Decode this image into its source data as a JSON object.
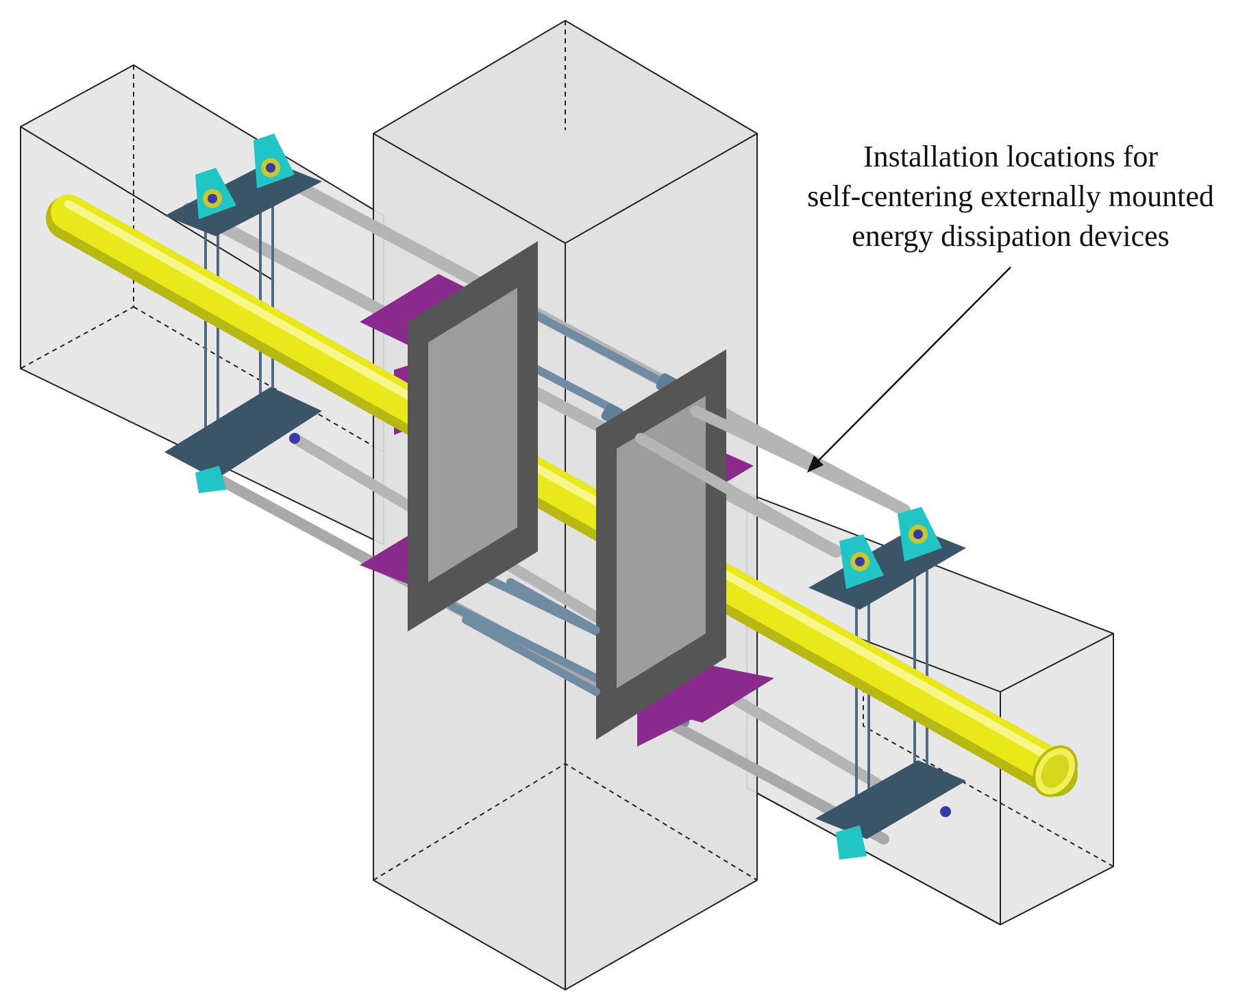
{
  "annotation": {
    "lines": [
      "Installation locations for",
      "self-centering externally mounted",
      "energy dissipation devices"
    ]
  },
  "colors": {
    "block_fill": "#e3e3e3",
    "block_face": "#d4d4d4",
    "block_edge": "#222222",
    "pipe": "#e6e619",
    "pipe_dark": "#b8b812",
    "rod": "#b8b8b8",
    "rod_blue": "#6d8aa0",
    "plate": "#3a5468",
    "frame": "#555555",
    "bracket": "#8e2b92",
    "device": "#22c7c7",
    "device_core": "#c6c62a",
    "bolt": "#3a3aa6"
  }
}
